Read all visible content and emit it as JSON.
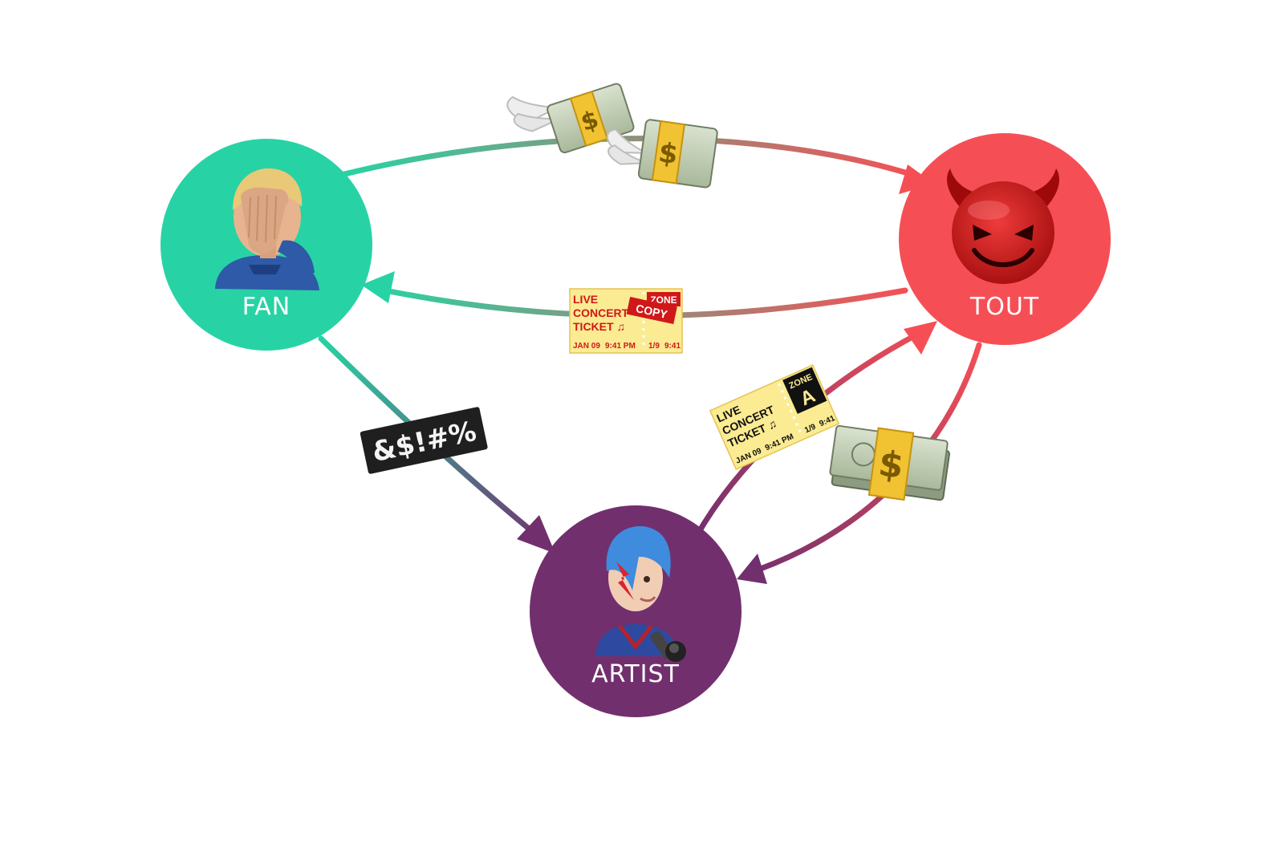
{
  "nodes": {
    "fan": {
      "label": "FAN",
      "color": "#27d3a4",
      "icon": "face-palm-person-icon"
    },
    "tout": {
      "label": "TOUT",
      "color": "#f54f55",
      "icon": "smiling-devil-icon"
    },
    "artist": {
      "label": "ARTIST",
      "color": "#722f6e",
      "icon": "rock-singer-icon"
    }
  },
  "edges": {
    "fan_to_tout": {
      "icon": "money-with-wings-icon"
    },
    "tout_to_fan": {
      "icon": "counterfeit-ticket-icon"
    },
    "fan_to_artist": {
      "icon": "grawlix-badge-icon"
    },
    "artist_to_tout": {
      "icon": "concert-ticket-icon"
    },
    "tout_to_artist": {
      "icon": "money-bundle-icon"
    }
  },
  "ticket_copy": {
    "line1": "LIVE",
    "line2": "CONCERT",
    "line3": "TICKET ♫",
    "zone": "ZONE",
    "stamp": "COPY",
    "date": "JAN 09",
    "time": "9:41 PM",
    "stub_date": "1/9",
    "stub_time": "9:41"
  },
  "ticket_real": {
    "line1": "LIVE",
    "line2": "CONCERT",
    "line3": "TICKET ♫",
    "zone": "ZONE",
    "zone_letter": "A",
    "date": "JAN 09",
    "time": "9:41 PM",
    "stub_date": "1/9",
    "stub_time": "9:41"
  },
  "grawlix": "&$!#%",
  "currency_symbol": "$"
}
